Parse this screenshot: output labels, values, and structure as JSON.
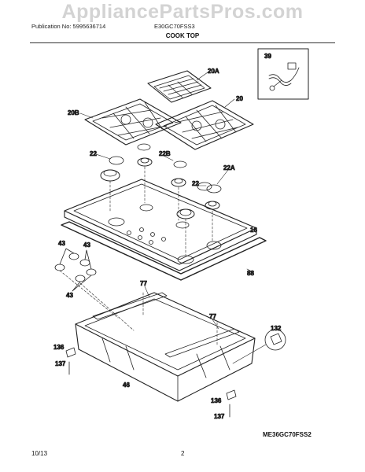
{
  "watermark": "AppliancePartsPros.com",
  "header": {
    "publication": "Publication No: 5995636714",
    "model": "E30GC70FSS3",
    "title": "COOK TOP"
  },
  "callouts": {
    "c39": "39",
    "c20a": "20A",
    "c20": "20",
    "c20b": "20B",
    "c22_left": "22",
    "c22b": "22B",
    "c22a": "22A",
    "c22_mid": "22",
    "c16": "16",
    "c43_a": "43",
    "c43_b": "43",
    "c43_c": "43",
    "c88": "88",
    "c77_left": "77",
    "c77_right": "77",
    "c132": "132",
    "c136_left": "136",
    "c137_left": "137",
    "c46": "46",
    "c136_right": "136",
    "c137_right": "137"
  },
  "diagram_code": "ME36GC70FSS2",
  "footer": {
    "date": "10/13",
    "page": "2"
  }
}
